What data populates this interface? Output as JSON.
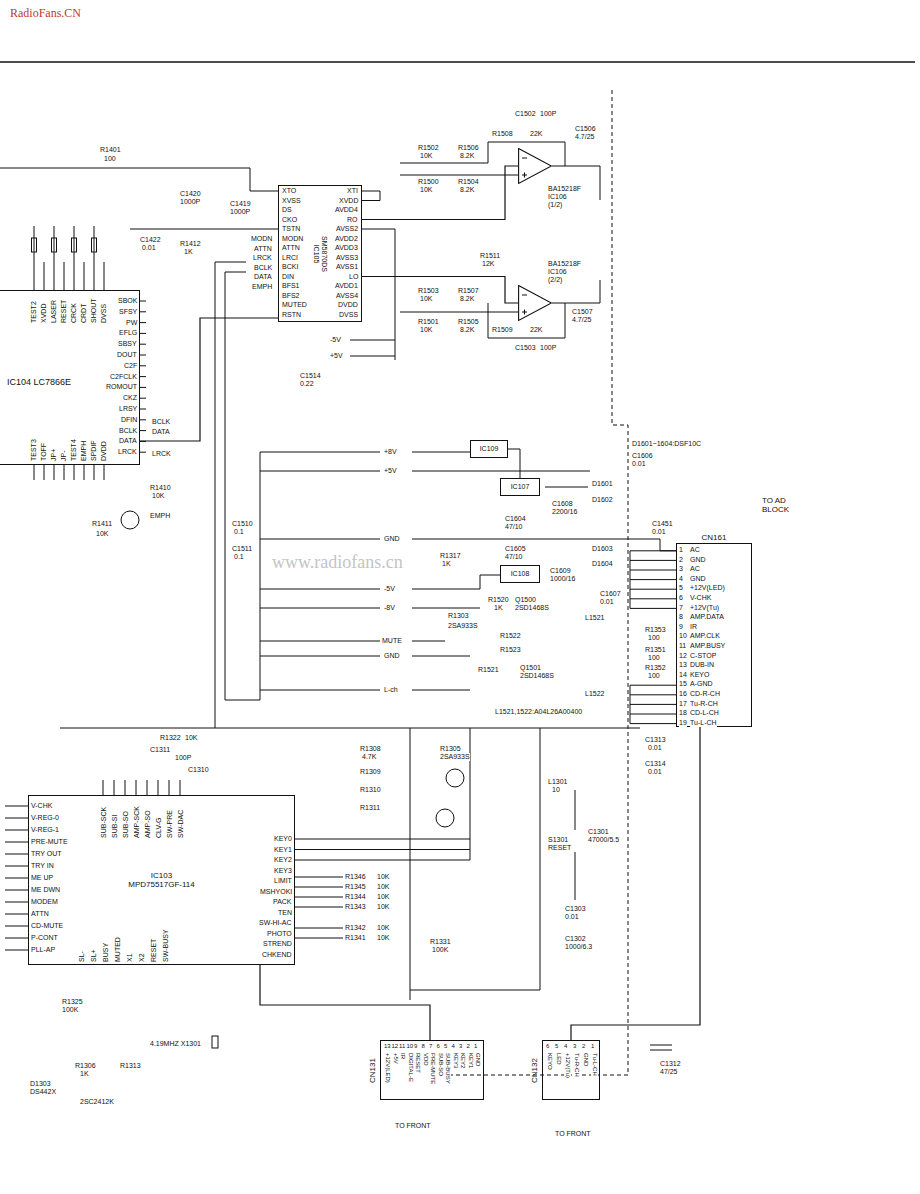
{
  "diagram": {
    "nodes": [
      {
        "text": [
          "IC104 LC7866E"
        ]
      },
      {
        "text": [
          "SM5870DS",
          "IC105"
        ]
      },
      {
        "text": [
          "BA15218F",
          "IC106",
          "(1/2)"
        ]
      },
      {
        "text": [
          "BA15218F",
          "IC106",
          "(2/2)"
        ]
      },
      {
        "text": [
          "IC109"
        ]
      },
      {
        "text": [
          "IC107"
        ]
      },
      {
        "text": [
          "IC108"
        ]
      },
      {
        "text": [
          "CN161"
        ]
      },
      {
        "text": [
          "IC103",
          "MPD75517GF-114"
        ]
      },
      {
        "text": [
          "CN131"
        ]
      },
      {
        "text": [
          "CN132"
        ]
      }
    ],
    "edges": [
      {
        "from": 1,
        "to": 0,
        "arrow": "none"
      },
      {
        "from": 1,
        "to": 2,
        "arrow": "none"
      },
      {
        "from": 1,
        "to": 3,
        "arrow": "none"
      },
      {
        "from": 8,
        "to": 9,
        "arrow": "none"
      },
      {
        "from": 7,
        "to": 10,
        "arrow": "none"
      }
    ],
    "labels": [
      "RadioFans.CN",
      "www.radiofans.cn",
      "SBOK",
      "SFSY",
      "PW",
      "EFLG",
      "SBSY",
      "DOUT",
      "C2F",
      "C2FCLK",
      "ROMOUT",
      "CKZ",
      "LRSY",
      "DFIN",
      "BCLK",
      "DATA",
      "LRCK",
      "TEST2",
      "XVDD",
      "LASER",
      "RESET",
      "CRCK",
      "CRDT",
      "SHOUT",
      "DVSS",
      "TEST3",
      "TOFF",
      "JP+",
      "JP-",
      "TEST4",
      "EMPH",
      "SPDIF",
      "DVDD",
      "XTO",
      "XVSS",
      "DS",
      "CKO",
      "TSTN",
      "MODN",
      "ATTN",
      "LRCI",
      "BCKI",
      "DIN",
      "BFS1",
      "BFS2",
      "MUTED",
      "RSTN",
      "XTI",
      "XVDD",
      "AVDD4",
      "RO",
      "AVSS2",
      "AVDD2",
      "AVDD3",
      "AVSS3",
      "AVSS1",
      "LO",
      "AVDD1",
      "AVSS4",
      "DVDD",
      "DVSS",
      "MODN",
      "ATTN",
      "LRCK",
      "BCLK",
      "DATA",
      "EMPH",
      "BCLK",
      "DATA",
      "LRCK",
      "R1401",
      "100",
      "C1420",
      "1000P",
      "C1419",
      "1000P",
      "C1422",
      "0.01",
      "R1412",
      "1K",
      "R1410",
      "10K",
      "EMPH",
      "R1411",
      "10K",
      "C1510",
      "0.1",
      "C1511",
      "0.1",
      "C1514",
      "0.22",
      "-5V",
      "+5V",
      "C1502",
      "100P",
      "R1508",
      "22K",
      "C1506",
      "4.7/25",
      "R1502",
      "10K",
      "R1506",
      "8.2K",
      "R1500",
      "10K",
      "R1504",
      "8.2K",
      "R1511",
      "12K",
      "R1503",
      "10K",
      "R1507",
      "8.2K",
      "C1507",
      "4.7/25",
      "R1501",
      "10K",
      "R1505",
      "8.2K",
      "R1509",
      "22K",
      "C1503",
      "100P",
      "D1601~1604:DSF10C",
      "C1606",
      "0.01",
      "TO AD BLOCK",
      "C1451",
      "0.01",
      "D1601",
      "D1602",
      "D1603",
      "D1604",
      "C1608",
      "2200/16",
      "C1604",
      "47/10",
      "C1605",
      "47/10",
      "C1609",
      "1000/16",
      "C1607",
      "0.01",
      "R1317",
      "1K",
      "+8V",
      "+5V",
      "GND",
      "-5V",
      "-8V",
      "MUTE",
      "GND",
      "L-ch",
      "R1520",
      "1K",
      "Q1500",
      "2SD1468S",
      "R1303",
      "2SA933S",
      "R1522",
      "R1523",
      "R1521",
      "Q1501",
      "2SD1468S",
      "L1521",
      "L1522",
      "L1521,1522:A04L26A00400",
      "R1353",
      "100",
      "R1351",
      "100",
      "R1352",
      "100",
      "1",
      "2",
      "3",
      "4",
      "5",
      "6",
      "7",
      "8",
      "9",
      "10",
      "11",
      "12",
      "13",
      "14",
      "15",
      "16",
      "17",
      "18",
      "19",
      "AC",
      "GND",
      "AC",
      "GND",
      "+12V(LED)",
      "V-CHK",
      "+12V(Tu)",
      "AMP.DATA",
      "IR",
      "AMP.CLK",
      "AMP.BUSY",
      "C-STOP",
      "DUB-IN",
      "KEYO",
      "A-GND",
      "CD-R-CH",
      "Tu-R-CH",
      "CD-L-CH",
      "Tu-L-CH",
      "R1322",
      "10K",
      "C1311",
      "100P",
      "C1310",
      "R1308",
      "4.7K",
      "R1309",
      "R1310",
      "R1311",
      "R1305",
      "2SA933S",
      "R1346",
      "10K",
      "R1345",
      "10K",
      "R1344",
      "10K",
      "R1343",
      "10K",
      "R1342",
      "10K",
      "R1341",
      "10K",
      "R1331",
      "100K",
      "L1301",
      "10",
      "S1301",
      "RESET",
      "C1301",
      "47000/5.5",
      "C1303",
      "0.01",
      "C1302",
      "1000/6.3",
      "C1313",
      "0.01",
      "C1314",
      "0.01",
      "C1312",
      "47/25",
      "R1325",
      "100K",
      "4.19MHZ X1301",
      "R1306",
      "1K",
      "R1313",
      "D1303",
      "DS442X",
      "2SC2412K",
      "V-CHK",
      "V-REG-0",
      "V-REG-1",
      "PRE-MUTE",
      "TRY OUT",
      "TRY IN",
      "ME UP",
      "ME DWN",
      "MODEM",
      "ATTN",
      "CD-MUTE",
      "P-CONT",
      "PLL-AP",
      "SUB-SCK",
      "SUB-SI",
      "SUB-SO",
      "AMP-SCK",
      "AMP-SO",
      "CLV-G",
      "SW-PRE",
      "SW-DAC",
      "KEY0",
      "KEY1",
      "KEY2",
      "KEY3",
      "LIMIT",
      "MSHYOKI",
      "PACK",
      "TEN",
      "SW-HI-AC",
      "PHOTO",
      "STREND",
      "CHKEND",
      "SL-",
      "SL+",
      "BUSY",
      "MUTED",
      "X1",
      "X2",
      "RESET",
      "SW-BUSY",
      "13",
      "12",
      "11",
      "10",
      "9",
      "8",
      "7",
      "6",
      "5",
      "4",
      "3",
      "2",
      "1",
      "+12V(LED)",
      "+5V",
      "IR",
      "DIGITAL-E",
      "RESET",
      "VDD",
      "PRE-MUTE",
      "SUB-SO",
      "SUB-BUSY",
      "KEY3",
      "KEY2",
      "KEY1",
      "GND",
      "6",
      "5",
      "4",
      "3",
      "2",
      "1",
      "KEYO",
      "LED",
      "+12V(Tu)",
      "Tu-R-CH",
      "GND",
      "Tu-L-CH",
      "TO FRONT",
      "TO FRONT"
    ]
  }
}
